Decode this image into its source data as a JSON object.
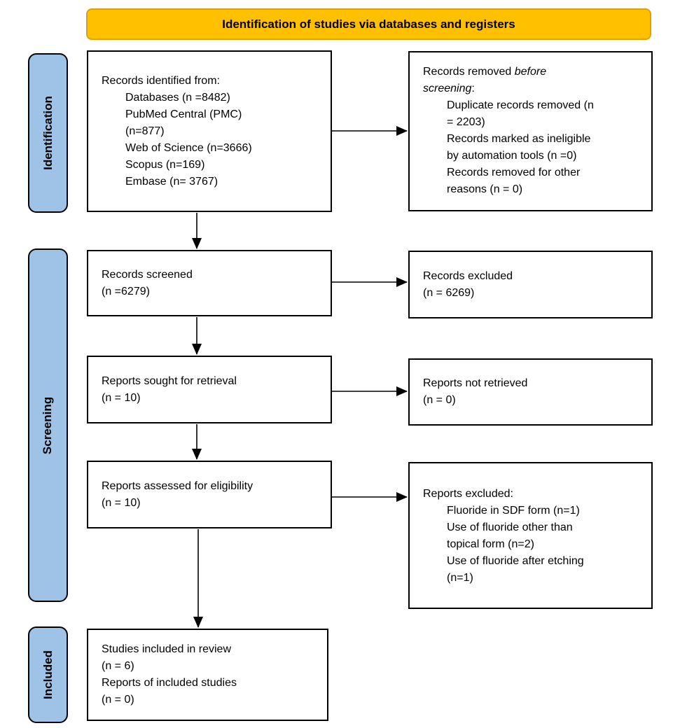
{
  "header": {
    "title": "Identification of studies via databases and registers",
    "banner_bg": "#FFC000",
    "banner_border": "#DDA010"
  },
  "sidebar": {
    "bg": "#9FC3E7",
    "items": [
      {
        "label": "Identification"
      },
      {
        "label": "Screening"
      },
      {
        "label": "Included"
      }
    ]
  },
  "boxes": {
    "records_identified": {
      "lines": [
        {
          "t": "Records identified from:",
          "i": 0
        },
        {
          "t": "Databases (n =8482)",
          "i": 1
        },
        {
          "t": "PubMed Central (PMC)",
          "i": 1
        },
        {
          "t": "(n=877)",
          "i": 1
        },
        {
          "t": "Web of Science (n=3666)",
          "i": 1
        },
        {
          "t": "Scopus (n=169)",
          "i": 1
        },
        {
          "t": "Embase (n= 3767)",
          "i": 1
        }
      ]
    },
    "records_removed": {
      "lines": [
        {
          "parts": [
            {
              "t": "Records removed "
            },
            {
              "t": "before",
              "italic": true
            }
          ],
          "i": 0
        },
        {
          "parts": [
            {
              "t": "screening",
              "italic": true
            },
            {
              "t": ":"
            }
          ],
          "i": 0
        },
        {
          "t": "Duplicate records removed (n",
          "i": 1
        },
        {
          "t": "= 2203)",
          "i": 1
        },
        {
          "t": "Records marked as ineligible",
          "i": 1
        },
        {
          "t": "by automation tools (n =0)",
          "i": 1
        },
        {
          "t": "Records removed for other",
          "i": 1
        },
        {
          "t": "reasons (n = 0)",
          "i": 1
        }
      ]
    },
    "records_screened": {
      "lines": [
        {
          "t": "Records screened",
          "i": 0
        },
        {
          "t": "(n =6279)",
          "i": 0
        }
      ]
    },
    "records_excluded": {
      "lines": [
        {
          "t": "Records excluded",
          "i": 0
        },
        {
          "t": "(n = 6269)",
          "i": 0
        }
      ]
    },
    "reports_sought": {
      "lines": [
        {
          "t": "Reports sought for retrieval",
          "i": 0
        },
        {
          "t": "(n = 10)",
          "i": 0
        }
      ]
    },
    "reports_not_retrieved": {
      "lines": [
        {
          "t": "Reports not retrieved",
          "i": 0
        },
        {
          "t": "(n = 0)",
          "i": 0
        }
      ]
    },
    "reports_assessed": {
      "lines": [
        {
          "t": "Reports assessed for eligibility",
          "i": 0
        },
        {
          "t": "(n = 10)",
          "i": 0
        }
      ]
    },
    "reports_excluded": {
      "lines": [
        {
          "t": "Reports excluded:",
          "i": 0
        },
        {
          "t": "Fluoride in SDF form (n=1)",
          "i": 1
        },
        {
          "t": "Use of fluoride other than",
          "i": 1
        },
        {
          "t": "topical form (n=2)",
          "i": 1
        },
        {
          "t": "Use of fluoride after etching",
          "i": 1
        },
        {
          "t": "(n=1)",
          "i": 1
        }
      ]
    },
    "studies_included": {
      "lines": [
        {
          "t": "Studies included in review",
          "i": 0
        },
        {
          "t": "(n = 6)",
          "i": 0
        },
        {
          "t": "Reports of included studies",
          "i": 0
        },
        {
          "t": "(n = 0)",
          "i": 0
        }
      ]
    }
  }
}
